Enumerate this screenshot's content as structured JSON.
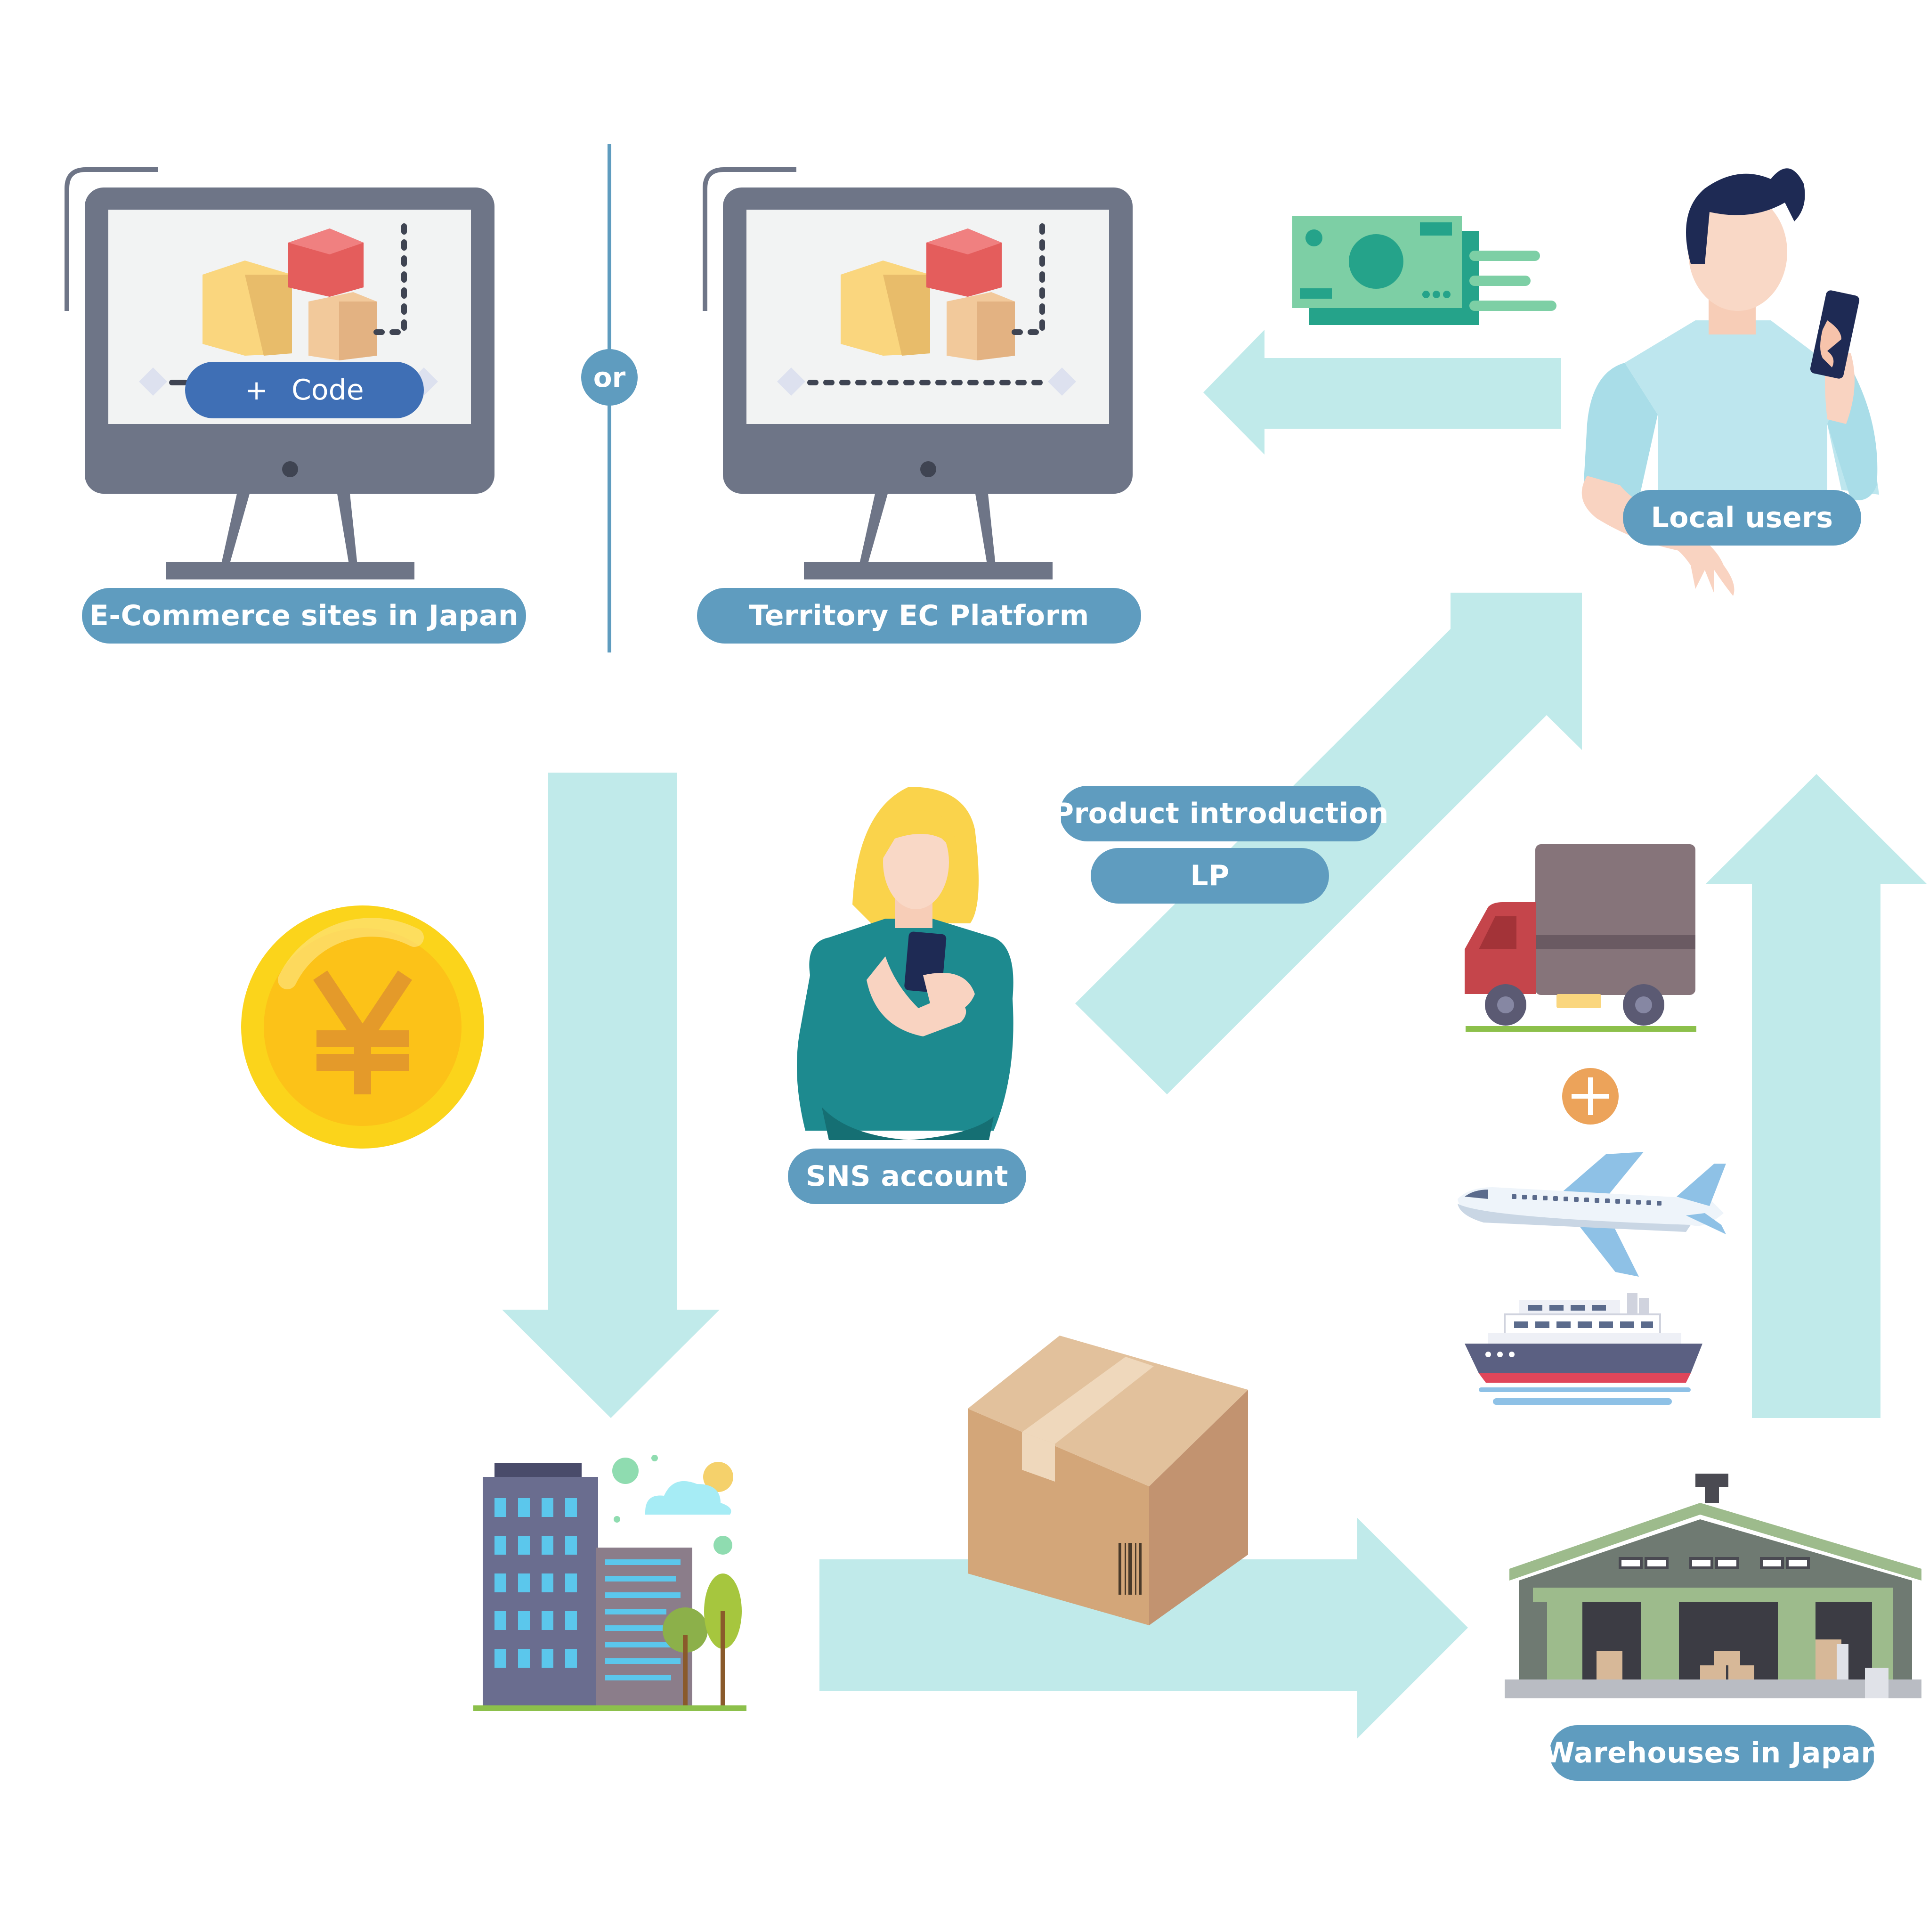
{
  "colors": {
    "pill": "#5f9cbf",
    "arrow": "#c0eaea",
    "monitor": "#6e7587",
    "screen": "#f2f3f3",
    "code_pill": "#3f6fb5",
    "divider": "#5f9cbf"
  },
  "labels": {
    "ecommerce_japan": "E-Commerce sites in Japan",
    "territory_ec": "Territory EC Platform",
    "or": "or",
    "code": "Code",
    "code_plus": "+",
    "local_users": "Local users",
    "product_intro": "Product introduction",
    "lp": "LP",
    "sns_account": "SNS account",
    "warehouses": "Warehouses in Japan"
  },
  "icons": [
    "computer-monitor-icon",
    "cubes-icon",
    "banknote-icon",
    "man-with-phone-icon",
    "woman-with-phone-icon",
    "yen-coin-icon",
    "office-building-icon",
    "cardboard-box-icon",
    "delivery-truck-icon",
    "plus-circle-icon",
    "airplane-icon",
    "cruise-ship-icon",
    "warehouse-icon"
  ]
}
